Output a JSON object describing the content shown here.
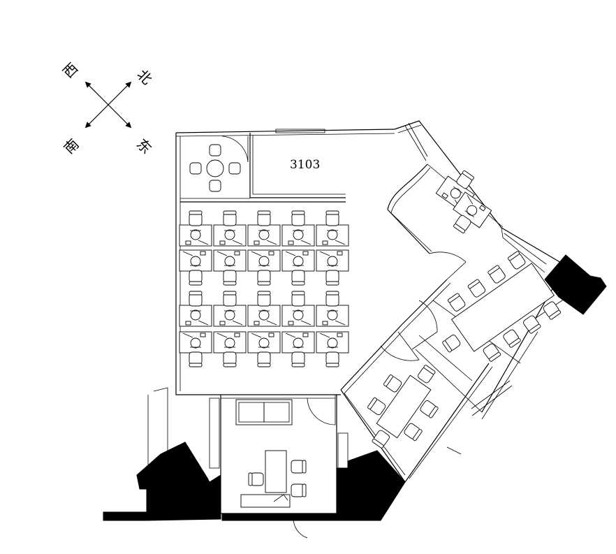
{
  "compass": {
    "north": "北",
    "east": "东",
    "south": "南",
    "west": "西"
  },
  "rooms": {
    "room_number": "3103"
  }
}
